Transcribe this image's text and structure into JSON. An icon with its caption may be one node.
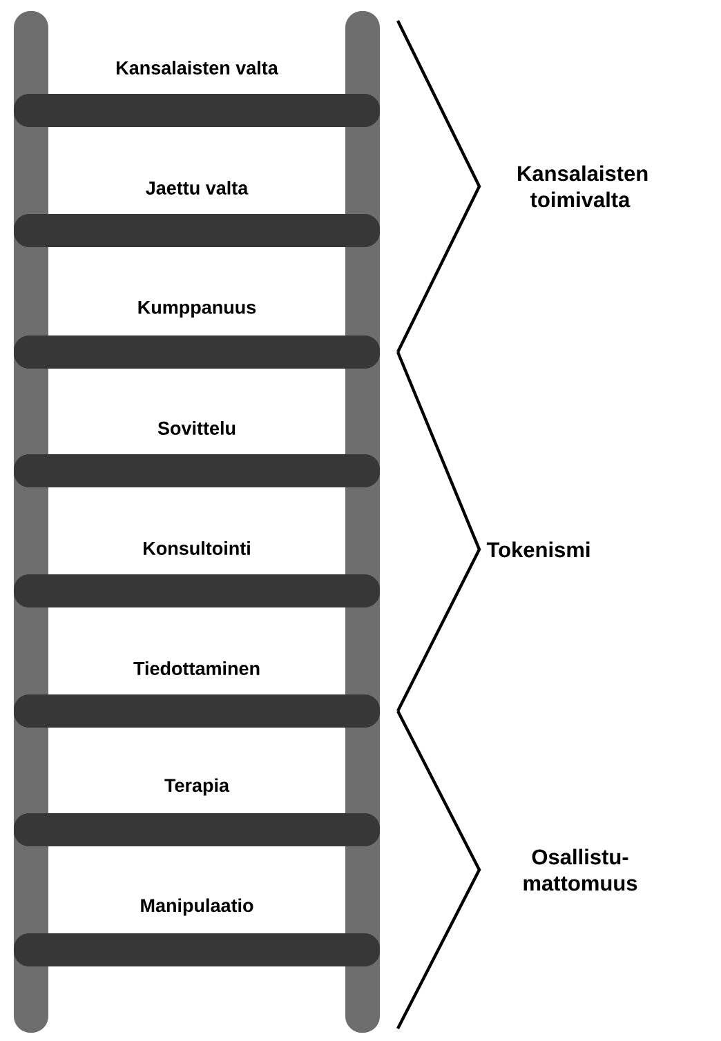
{
  "diagram": {
    "labels": [
      "Kansalaisten valta",
      "Jaettu valta",
      "Kumppanuus",
      "Sovittelu",
      "Konsultointi",
      "Tiedottaminen",
      "Terapia",
      "Manipulaatio",
      "Kansalaisten toimivalta",
      "Tokenismi",
      "Osallistu- mattomuus"
    ]
  }
}
